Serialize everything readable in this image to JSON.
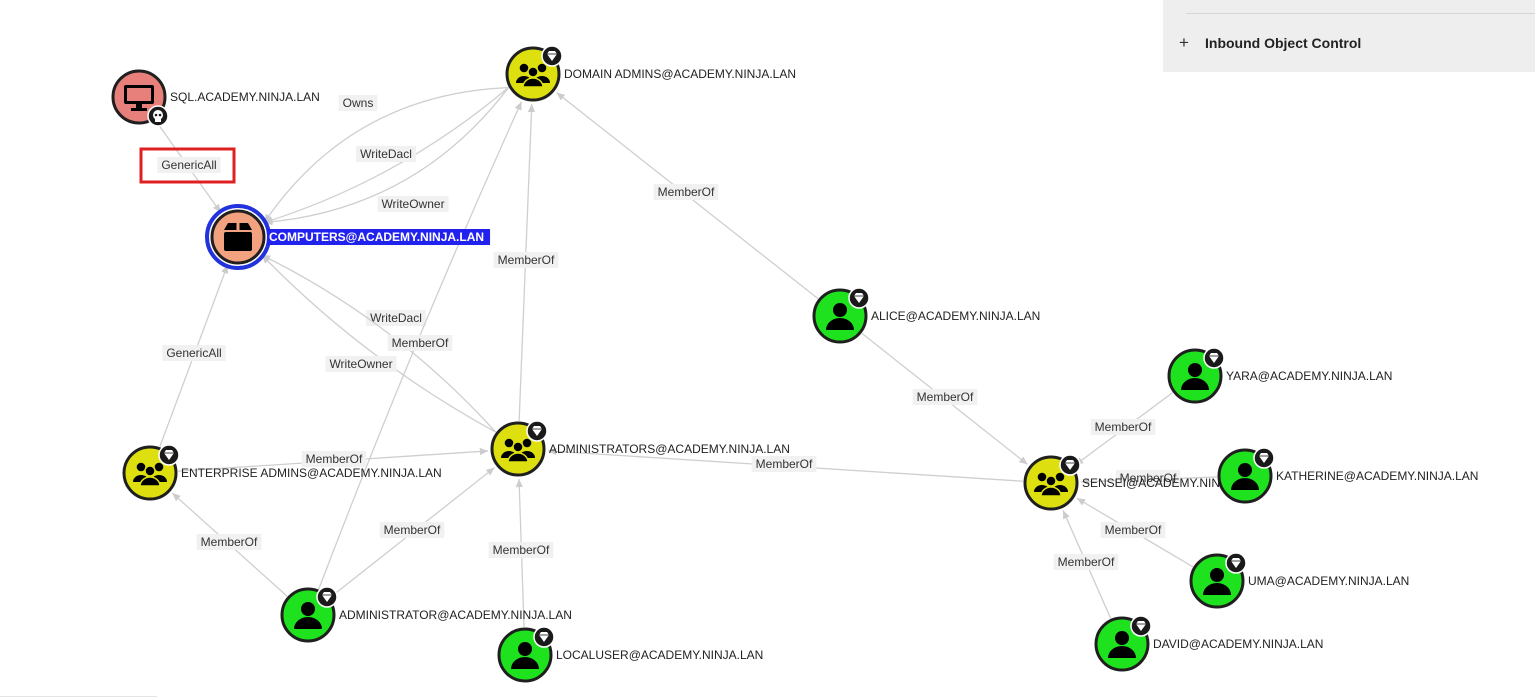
{
  "panel": {
    "inbound_object_control_label": "Inbound Object Control",
    "expand_symbol": "+"
  },
  "colors": {
    "group": "#dde00e",
    "user": "#1fe21f",
    "computer": "#e7807b",
    "ou": "#f3a280",
    "highlight_ring": "#2233dd",
    "label_highlight_bg": "#2222ee",
    "annotation_box": "#e02020"
  },
  "nodes": [
    {
      "id": "sql",
      "label": "SQL.ACADEMY.NINJA.LAN",
      "kind": "computer",
      "badge": "skull-icon"
    },
    {
      "id": "computers",
      "label": "COMPUTERS@ACADEMY.NINJA.LAN",
      "kind": "ou",
      "selected": true
    },
    {
      "id": "domain_admins",
      "label": "DOMAIN ADMINS@ACADEMY.NINJA.LAN",
      "kind": "group",
      "badge": "gem-icon"
    },
    {
      "id": "enterprise_admins",
      "label": "ENTERPRISE ADMINS@ACADEMY.NINJA.LAN",
      "kind": "group",
      "badge": "gem-icon"
    },
    {
      "id": "administrators",
      "label": "ADMINISTRATORS@ACADEMY.NINJA.LAN",
      "kind": "group",
      "badge": "gem-icon"
    },
    {
      "id": "administrator",
      "label": "ADMINISTRATOR@ACADEMY.NINJA.LAN",
      "kind": "user",
      "badge": "gem-icon"
    },
    {
      "id": "localuser",
      "label": "LOCALUSER@ACADEMY.NINJA.LAN",
      "kind": "user",
      "badge": "gem-icon"
    },
    {
      "id": "alice",
      "label": "ALICE@ACADEMY.NINJA.LAN",
      "kind": "user",
      "badge": "gem-icon"
    },
    {
      "id": "sensei",
      "label": "SENSEI@ACADEMY.NINJA.LAN",
      "kind": "group",
      "badge": "gem-icon"
    },
    {
      "id": "yara",
      "label": "YARA@ACADEMY.NINJA.LAN",
      "kind": "user",
      "badge": "gem-icon"
    },
    {
      "id": "katherine",
      "label": "KATHERINE@ACADEMY.NINJA.LAN",
      "kind": "user",
      "badge": "gem-icon"
    },
    {
      "id": "uma",
      "label": "UMA@ACADEMY.NINJA.LAN",
      "kind": "user",
      "badge": "gem-icon"
    },
    {
      "id": "david",
      "label": "DAVID@ACADEMY.NINJA.LAN",
      "kind": "user",
      "badge": "gem-icon"
    }
  ],
  "edges": [
    {
      "from": "sql",
      "to": "computers",
      "label": "GenericAll",
      "highlighted": true
    },
    {
      "from": "domain_admins",
      "to": "computers",
      "label": "Owns"
    },
    {
      "from": "domain_admins",
      "to": "computers",
      "label": "WriteDacl"
    },
    {
      "from": "domain_admins",
      "to": "computers",
      "label": "WriteOwner"
    },
    {
      "from": "alice",
      "to": "domain_admins",
      "label": "MemberOf"
    },
    {
      "from": "administrators",
      "to": "domain_admins",
      "label": "MemberOf"
    },
    {
      "from": "enterprise_admins",
      "to": "computers",
      "label": "GenericAll"
    },
    {
      "from": "administrators",
      "to": "computers",
      "label": "WriteDacl"
    },
    {
      "from": "administrators",
      "to": "computers",
      "label": "WriteOwner"
    },
    {
      "from": "administrator",
      "to": "domain_admins",
      "label": "MemberOf"
    },
    {
      "from": "enterprise_admins",
      "to": "administrators",
      "label": "MemberOf"
    },
    {
      "from": "administrator",
      "to": "enterprise_admins",
      "label": "MemberOf"
    },
    {
      "from": "administrator",
      "to": "administrators",
      "label": "MemberOf"
    },
    {
      "from": "localuser",
      "to": "administrators",
      "label": "MemberOf"
    },
    {
      "from": "alice",
      "to": "sensei",
      "label": "MemberOf"
    },
    {
      "from": "sensei",
      "to": "administrators",
      "label": "MemberOf"
    },
    {
      "from": "yara",
      "to": "sensei",
      "label": "MemberOf"
    },
    {
      "from": "katherine",
      "to": "sensei",
      "label": "MemberOf"
    },
    {
      "from": "uma",
      "to": "sensei",
      "label": "MemberOf"
    },
    {
      "from": "david",
      "to": "sensei",
      "label": "MemberOf"
    }
  ]
}
